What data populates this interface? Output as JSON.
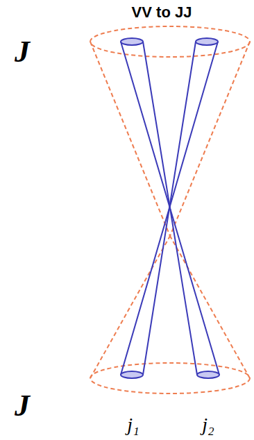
{
  "diagram": {
    "title": "VV to JJ",
    "labels": [
      "J",
      "J",
      "j₁",
      "j₂"
    ]
  }
}
